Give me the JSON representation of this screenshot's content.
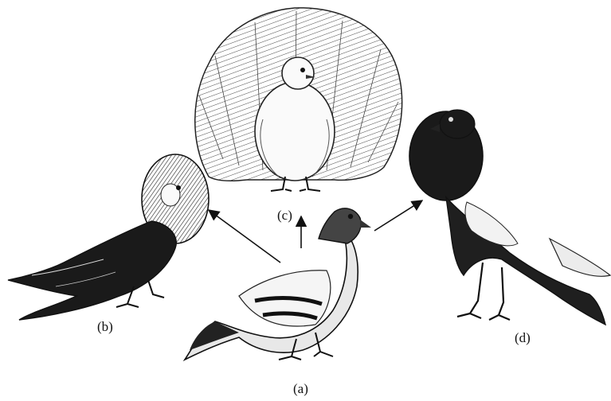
{
  "labels": {
    "a": "(a)",
    "b": "(b)",
    "c": "(c)",
    "d": "(d)"
  },
  "colors": {
    "ink": "#111111",
    "paper": "#ffffff",
    "shade": "#555555"
  }
}
